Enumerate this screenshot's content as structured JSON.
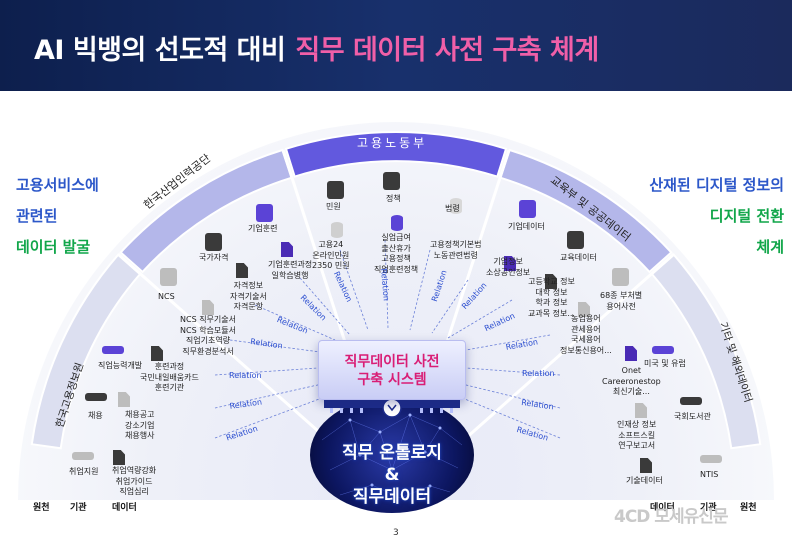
{
  "header": {
    "title_main": "AI 빅뱅의 선도적 대비",
    "title_accent": "직무 데이터 사전 구축 체계"
  },
  "colors": {
    "header_bg": "#15285c",
    "accent_pink": "#f05fa8",
    "band_purple": "#5a4fd8",
    "relation_blue": "#2d4fd0",
    "side_blue": "#2c57c9",
    "side_green": "#11a64a"
  },
  "bands": {
    "top": "고용노동부",
    "upper_left": "한국산업인력공단",
    "upper_right": "교육부 및 공공데이터",
    "lower_left": "한국고용정보원",
    "lower_right": "기타 및 해외데이터"
  },
  "left_text": {
    "line1": "고용서비스에",
    "line2": "관련된",
    "line3": "데이터 발굴"
  },
  "right_text": {
    "line1a": "산재된",
    "line1b": "디지털 정보의",
    "line2": "디지털 전환",
    "line3": "체계"
  },
  "sources": {
    "s1": "민원",
    "s2": "정책",
    "s3": "법령",
    "s4": "기업훈련",
    "s5": "국가자격",
    "s6": "고용24\n온라인민원\n2350 민원",
    "s7": "실업급여\n출산휴가\n고용정책\n직업훈련정책",
    "s8": "고용정책기본법\n노동관련법령",
    "s9": "기업훈련과정\n일학습병행",
    "s10": "자격정보\n자격기술서\n자격문항",
    "s11": "NCS",
    "s12": "NCS 직무기술서\nNCS 학습모듈서\n직업기초역량\n직무환경분석서",
    "s13": "직업능력개발",
    "s14": "훈련과정\n국민내일배움카드\n훈련기관",
    "s15": "채용",
    "s16": "채용공고\n강소기업\n채용행사",
    "s17": "취업지원",
    "s18": "취업역량강화\n취업가이드\n직업심리",
    "s19": "기업데이터",
    "s20": "기업정보\n소상공인정보",
    "s21": "교육데이터",
    "s22": "고등학교 정보\n대학 정보\n학과 정보\n교과목 정보...",
    "s23": "68종 부처별\n용어사전",
    "s24": "농업용어\n관세용어\n국세용어\n정보통신용어...",
    "s25": "미국 및 유럽",
    "s26": "Onet\nCareeronestop\n최신기술...",
    "s27": "국회도서관",
    "s28": "인재상 정보\n소프트스킬\n연구보고서",
    "s29": "NTIS",
    "s30": "기술데이터"
  },
  "relation_label": "Relation",
  "center": {
    "system_line1": "직무데이터 사전",
    "system_line2": "구축 시스템",
    "brain_line1": "직무 온톨로지",
    "brain_line2": "&",
    "brain_line3": "직무데이터"
  },
  "bottom_labels": {
    "left_1": "원천",
    "left_2": "기관",
    "left_3": "데이터",
    "right_1": "데이터",
    "right_2": "기관",
    "right_3": "원천"
  },
  "page_number": "3",
  "watermark": "4CD 모세유신문"
}
